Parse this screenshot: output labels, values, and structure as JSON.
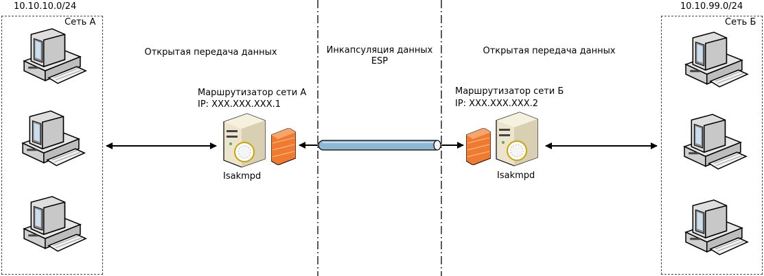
{
  "network_a": {
    "subnet": "10.10.10.0/24",
    "name": "Сеть А",
    "computers": 3
  },
  "network_b": {
    "subnet": "10.10.99.0/24",
    "name": "Сеть Б",
    "computers": 3
  },
  "left_segment_label": "Открытая передача данных",
  "right_segment_label": "Открытая передача данных",
  "tunnel": {
    "line1": "Инкапсуляция данных",
    "line2": "ESP",
    "color": "#8fb8d4"
  },
  "router_a": {
    "title": "Маршрутизатор сети А",
    "ip": "IP: XXX.XXX.XXX.1",
    "daemon": "Isakmpd"
  },
  "router_b": {
    "title": "Маршрутизатор сети Б",
    "ip": "IP: XXX.XXX.XXX.2",
    "daemon": "Isakmpd"
  },
  "colors": {
    "firewall": "#f07a30",
    "server": "#ece4cc"
  }
}
